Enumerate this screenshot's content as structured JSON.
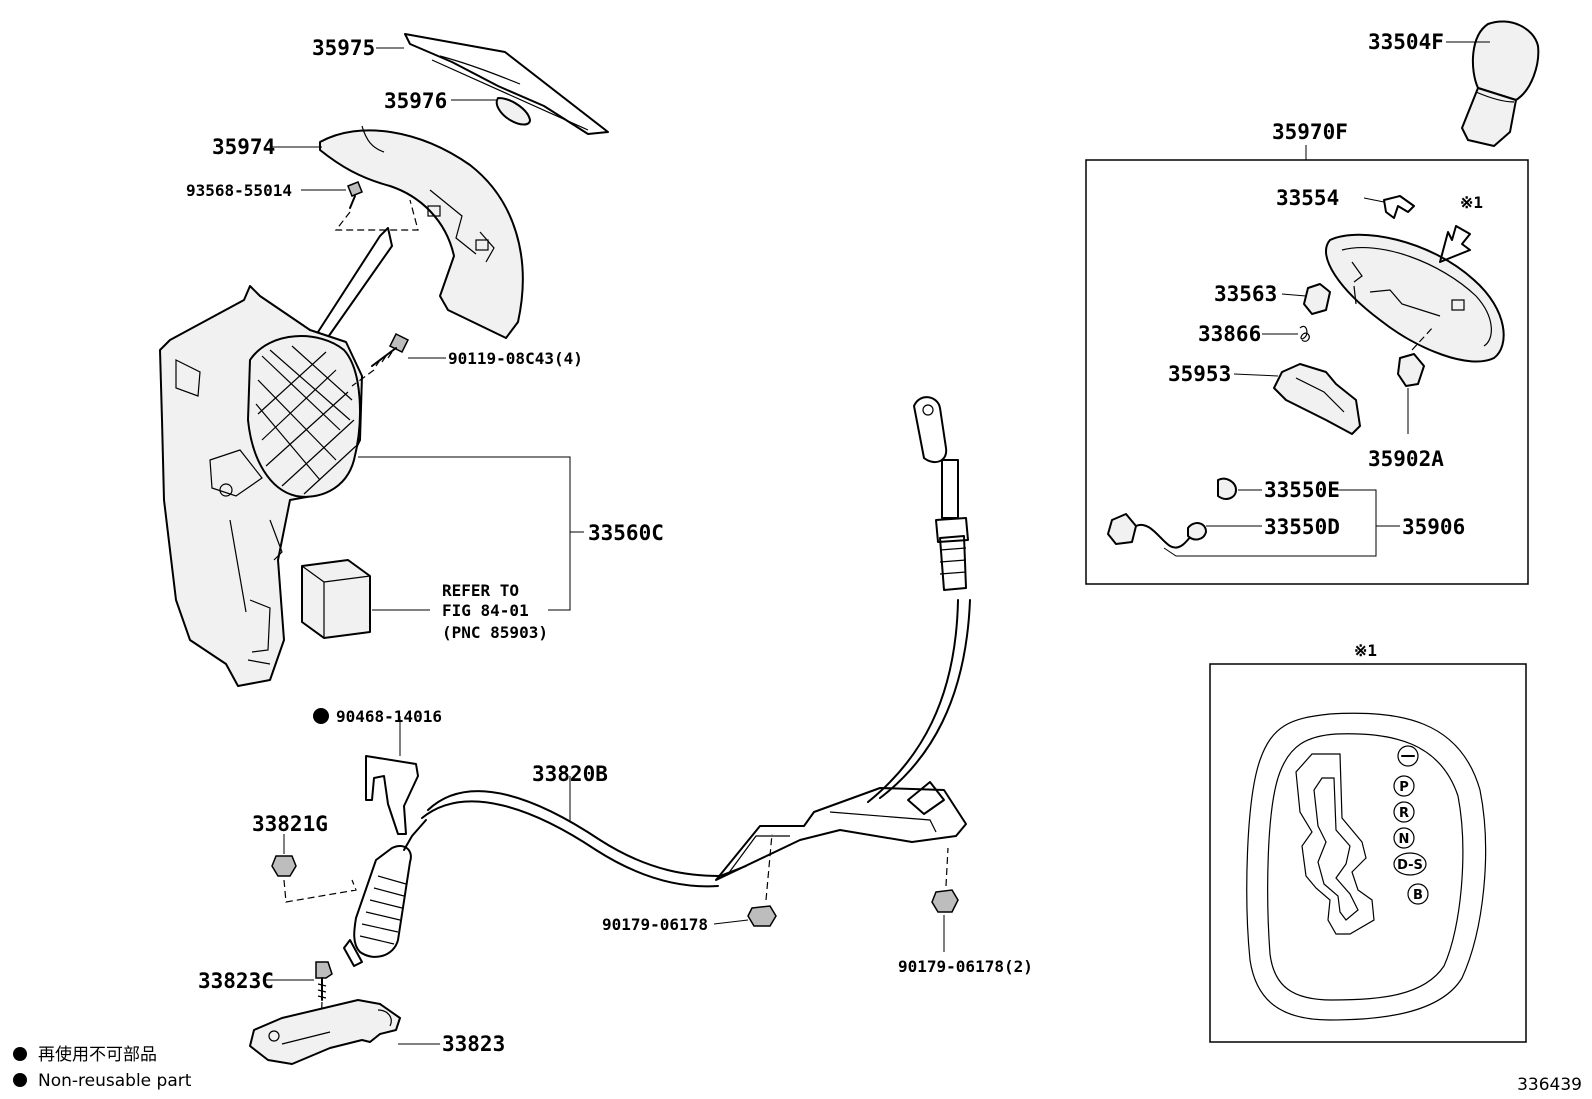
{
  "diagram_id": "336439",
  "legend": {
    "marker_description_jp": "再使用不可部品",
    "marker_description_en": "Non-reusable part"
  },
  "labels": {
    "p35975": "35975",
    "p35976": "35976",
    "p35974": "35974",
    "p93568": "93568-55014",
    "p90119": "90119-08C43(4)",
    "p33560C": "33560C",
    "ref_line1": "REFER TO",
    "ref_line2": "FIG 84-01",
    "ref_line3": "(PNC 85903)",
    "p90468": "90468-14016",
    "p33820B": "33820B",
    "p33821G": "33821G",
    "p90179a": "90179-06178",
    "p90179b": "90179-06178(2)",
    "p33823C": "33823C",
    "p33823": "33823",
    "p33504F": "33504F",
    "p35970F": "35970F",
    "p33554": "33554",
    "note_ref_top": "※1",
    "p33563": "33563",
    "p33866": "33866",
    "p35953": "35953",
    "p35902A": "35902A",
    "p33550E": "33550E",
    "p33550D": "33550D",
    "p35906": "35906",
    "note_ref_detail": "※1"
  },
  "gate_positions": [
    "-",
    "P",
    "R",
    "N",
    "D-S",
    "B"
  ]
}
